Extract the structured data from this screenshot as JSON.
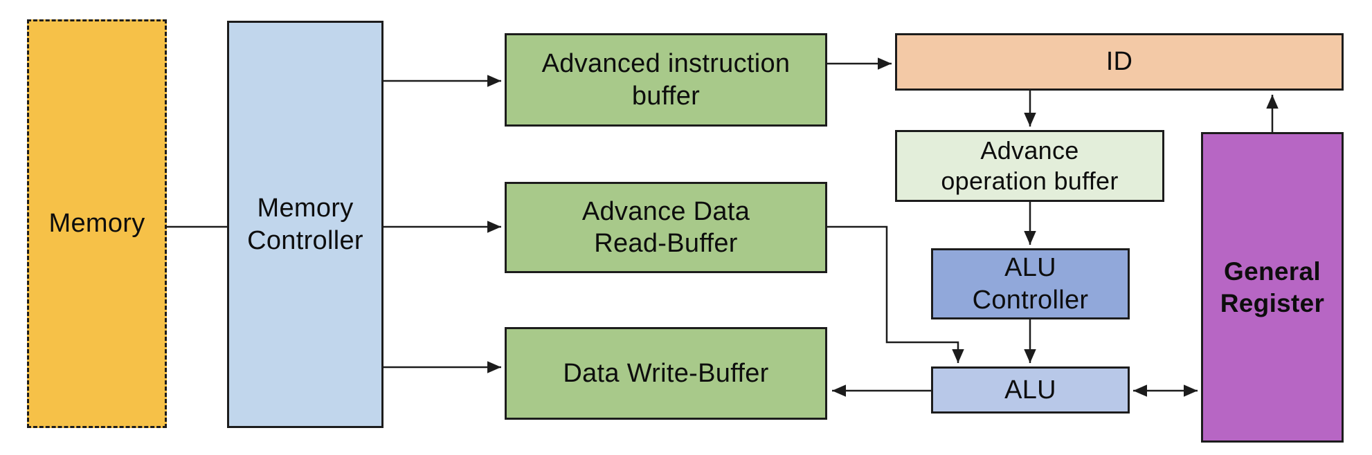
{
  "diagram": {
    "kind": "block-diagram",
    "nodes": {
      "memory": {
        "label": "Memory",
        "lines": [
          "Memory"
        ],
        "fill": "#F6C148",
        "border": "dashed"
      },
      "memory_controller": {
        "label": "Memory Controller",
        "lines": [
          "Memory",
          "Controller"
        ],
        "fill": "#C1D6EC",
        "border": "solid"
      },
      "advanced_instruction_buffer": {
        "label": "Advanced instruction buffer",
        "lines": [
          "Advanced instruction",
          "buffer"
        ],
        "fill": "#A8C98A",
        "border": "solid"
      },
      "advance_data_read_buffer": {
        "label": "Advance Data Read-Buffer",
        "lines": [
          "Advance Data",
          "Read-Buffer"
        ],
        "fill": "#A8C98A",
        "border": "solid"
      },
      "data_write_buffer": {
        "label": "Data Write-Buffer",
        "lines": [
          "Data Write-Buffer"
        ],
        "fill": "#A8C98A",
        "border": "solid"
      },
      "id": {
        "label": "ID",
        "lines": [
          "ID"
        ],
        "fill": "#F3C9A6",
        "border": "solid"
      },
      "advance_operation_buffer": {
        "label": "Advance operation buffer",
        "lines": [
          "Advance",
          "operation buffer"
        ],
        "fill": "#E3EEDA",
        "border": "solid"
      },
      "alu_controller": {
        "label": "ALU Controller",
        "lines": [
          "ALU",
          "Controller"
        ],
        "fill": "#91A8DA",
        "border": "solid"
      },
      "alu": {
        "label": "ALU",
        "lines": [
          "ALU"
        ],
        "fill": "#B8C8E8",
        "border": "solid"
      },
      "general_register": {
        "label": "General Register",
        "lines": [
          "General",
          "Register"
        ],
        "fill": "#B766C4",
        "border": "solid",
        "bold": true
      }
    },
    "edges": [
      {
        "from": "memory",
        "to": "memory_controller",
        "style": "plain-line"
      },
      {
        "from": "memory_controller",
        "to": "advanced_instruction_buffer",
        "style": "arrow"
      },
      {
        "from": "memory_controller",
        "to": "advance_data_read_buffer",
        "style": "arrow"
      },
      {
        "from": "memory_controller",
        "to": "data_write_buffer",
        "style": "arrow"
      },
      {
        "from": "advanced_instruction_buffer",
        "to": "id",
        "style": "arrow"
      },
      {
        "from": "id",
        "to": "advance_operation_buffer",
        "style": "arrow"
      },
      {
        "from": "advance_operation_buffer",
        "to": "alu_controller",
        "style": "arrow"
      },
      {
        "from": "alu_controller",
        "to": "alu",
        "style": "arrow"
      },
      {
        "from": "advance_data_read_buffer",
        "to": "alu",
        "style": "arrow-elbow"
      },
      {
        "from": "alu",
        "to": "data_write_buffer",
        "style": "arrow"
      },
      {
        "from": "alu",
        "to": "general_register",
        "style": "arrow-bidirectional"
      },
      {
        "from": "general_register",
        "to": "id",
        "style": "arrow"
      }
    ],
    "colors": {
      "line": "#1c1c1c",
      "background": "#ffffff",
      "text": "#0d0d0d"
    }
  }
}
